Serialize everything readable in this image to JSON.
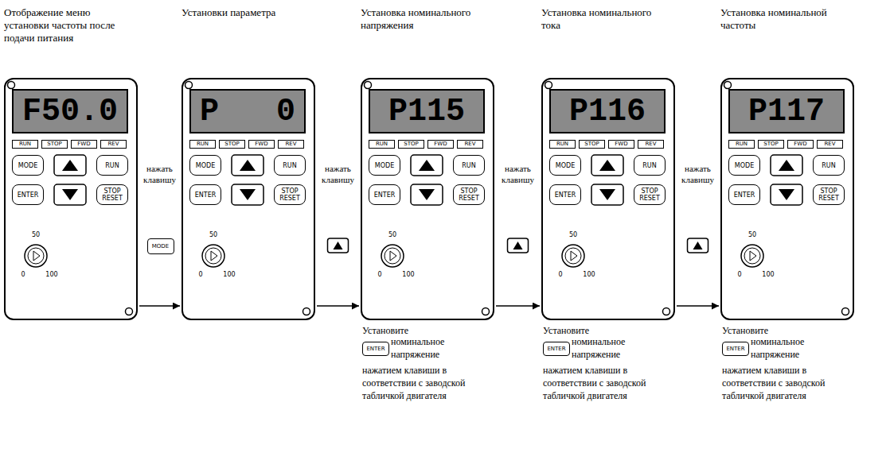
{
  "diagram": {
    "nodes": [
      {
        "text": [
          "Отображение меню установки частоты после подачи питания",
          "F50.0",
          "RUN",
          "STOP",
          "FWD",
          "REV",
          "MODE",
          "RUN",
          "ENTER",
          "STOP RESET",
          "50",
          "0",
          "100"
        ]
      },
      {
        "text": [
          "Установки параметра",
          "P   0",
          "RUN",
          "STOP",
          "FWD",
          "REV",
          "MODE",
          "RUN",
          "ENTER",
          "STOP RESET",
          "50",
          "0",
          "100"
        ]
      },
      {
        "text": [
          "Установка номинального напряжения",
          "P115",
          "RUN",
          "STOP",
          "FWD",
          "REV",
          "MODE",
          "RUN",
          "ENTER",
          "STOP RESET",
          "50",
          "0",
          "100"
        ]
      },
      {
        "text": [
          "Установка номинального тока",
          "P116",
          "RUN",
          "STOP",
          "FWD",
          "REV",
          "MODE",
          "RUN",
          "ENTER",
          "STOP RESET",
          "50",
          "0",
          "100"
        ]
      },
      {
        "text": [
          "Установка номинальной частоты",
          "P117",
          "RUN",
          "STOP",
          "FWD",
          "REV",
          "MODE",
          "RUN",
          "ENTER",
          "STOP RESET",
          "50",
          "0",
          "100"
        ]
      }
    ],
    "edges": [
      {
        "from": 0,
        "to": 1,
        "arrow": "to",
        "label": "нажать клавишу"
      },
      {
        "from": 1,
        "to": 2,
        "arrow": "to",
        "label": "нажать клавишу"
      },
      {
        "from": 2,
        "to": 3,
        "arrow": "to",
        "label": "нажать клавишу"
      },
      {
        "from": 3,
        "to": 4,
        "arrow": "to",
        "label": "нажать клавишу"
      }
    ],
    "labels": [
      "MODE",
      "Установите",
      "ENTER",
      "номинальное напряжение",
      "нажатием клавиши в соответствии с заводской табличкой двигателя",
      "Установите",
      "ENTER",
      "номинальное напряжение",
      "нажатием клавиши в соответствии с заводской табличкой двигателя",
      "Установите",
      "ENTER",
      "номинальное напряжение",
      "нажатием клавиши в соответствии с заводской табличкой двигателя"
    ]
  }
}
